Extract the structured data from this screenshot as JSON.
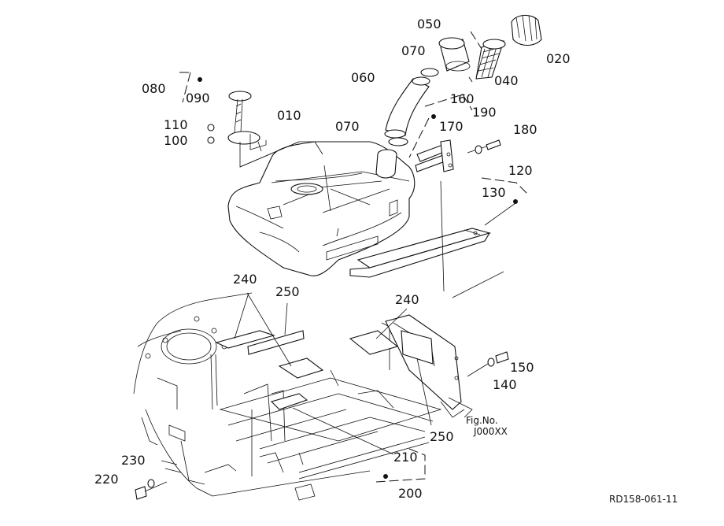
{
  "diagram": {
    "reference": "RD158-061-11",
    "part_labels": [
      "010",
      "020",
      "040",
      "050",
      "060",
      "070",
      "070",
      "080",
      "090",
      "100",
      "110",
      "120",
      "130",
      "140",
      "150",
      "160",
      "170",
      "180",
      "190",
      "200",
      "210",
      "220",
      "230",
      "240",
      "240",
      "250",
      "250"
    ],
    "fig_note_line1": "Fig.No.",
    "fig_note_line2": "J000XX"
  }
}
